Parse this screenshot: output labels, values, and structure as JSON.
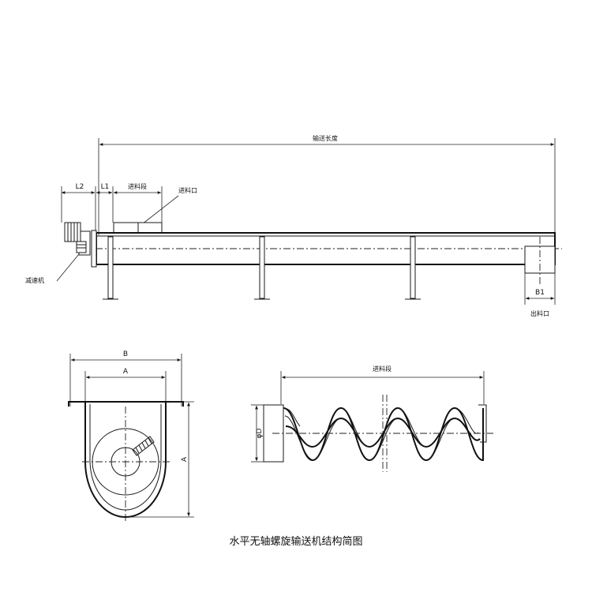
{
  "labels": {
    "conveyor_length": "输送长度",
    "motor_reducer": "减速机",
    "inlet": "进料口",
    "inlet_length": "进料段",
    "outlet": "出料口",
    "dim_l2": "L2",
    "dim_l1": "L1",
    "dim_b1": "B1",
    "dim_b": "B",
    "dim_a_top": "A",
    "dim_a_side": "A",
    "dim_phi_d": "φD",
    "spiral_length": "进料段"
  },
  "caption": "水平无轴螺旋输送机结构简图",
  "colors": {
    "line": "#1a1a1a",
    "background": "#ffffff"
  }
}
